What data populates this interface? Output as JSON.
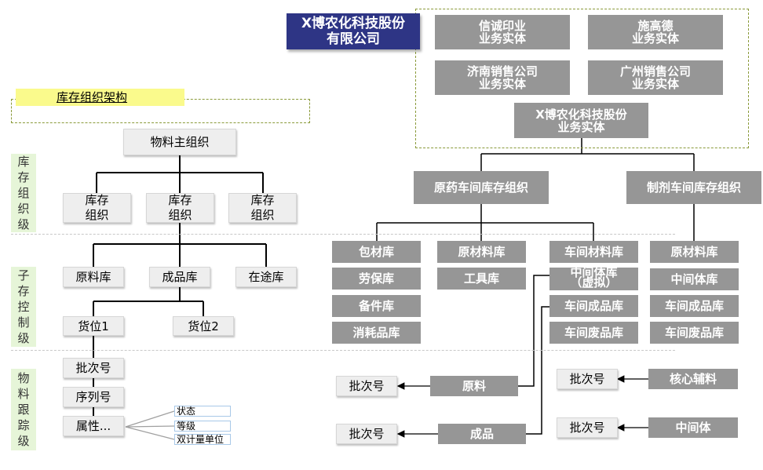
{
  "company": {
    "title_line1": "X博农化科技股份",
    "title_line2": "有限公司"
  },
  "entities": {
    "xincheng": "信诚印业\n业务实体",
    "shigaode": "施高德\n业务实体",
    "jinan": "济南销售公司\n业务实体",
    "guangzhou": "广州销售公司\n业务实体",
    "xbo": "X博农化科技股份\n业务实体"
  },
  "orgs": {
    "yuanyao": "原药车间库存组织",
    "zhiji": "制剂车间库存组织"
  },
  "right_boxes": {
    "baocai": "包材库",
    "laobao": "劳保库",
    "beijian": "备件库",
    "xiaohao": "消耗品库",
    "yuancailiao1": "原材料库",
    "gongju": "工具库",
    "chejiancailiao": "车间材料库",
    "zhongjianti_virtual": "中间体库\n（虚拟）",
    "chejianchengpin1": "车间成品库",
    "chejianfeipin1": "车间废品库",
    "yuancailiao2": "原材料库",
    "zhongjianti": "中间体库",
    "chejianchengpin2": "车间成品库",
    "chejianfeipin2": "车间废品库"
  },
  "tracking": {
    "batch1": "批次号",
    "yuanliao": "原料",
    "batch2": "批次号",
    "chengpin": "成品",
    "batch3": "批次号",
    "hexinfuliao": "核心辅料",
    "batch4": "批次号",
    "zhongjianti": "中间体"
  },
  "left": {
    "section_title": "库存组织架构",
    "levels": {
      "kucun": "库\n存\n组\n织\n级",
      "zicun": "子\n存\n控\n制\n级",
      "wuliao": "物\n料\n跟\n踪\n级"
    },
    "master_org": "物料主组织",
    "inv_org": "库存\n组织",
    "raw_wh": "原料库",
    "fg_wh": "成品库",
    "transit_wh": "在途库",
    "loc1": "货位1",
    "loc2": "货位2",
    "batch": "批次号",
    "serial": "序列号",
    "attr": "属性...",
    "attrs": [
      "状态",
      "等级",
      "双计量单位"
    ]
  },
  "colors": {
    "navy": "#2e3585",
    "gray": "#969696",
    "yellow": "#fafa8c",
    "green": "#e6f5d8"
  }
}
